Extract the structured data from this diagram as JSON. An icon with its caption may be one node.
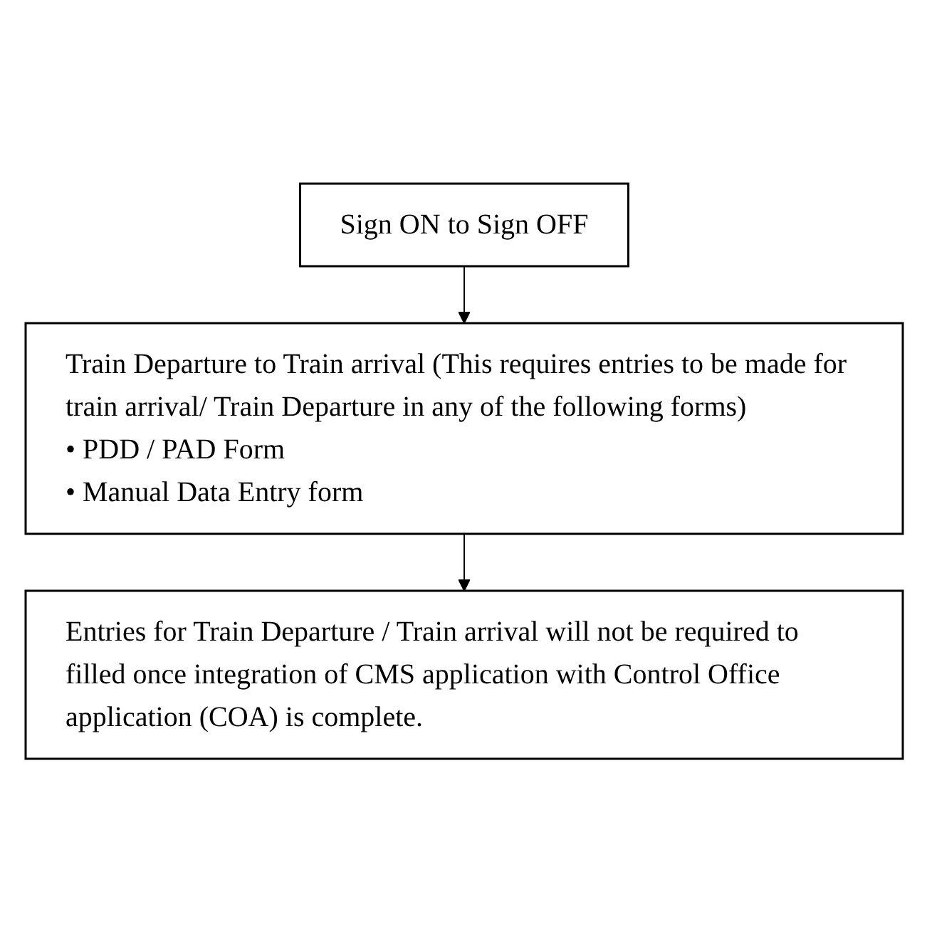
{
  "diagram": {
    "nodes": [
      {
        "text": [
          "Sign ON to Sign OFF"
        ]
      },
      {
        "text": [
          "Train Departure to Train arrival (This requires entries to be made for train arrival/ Train Departure in any of the following forms)",
          "• PDD / PAD Form",
          "• Manual Data Entry form"
        ]
      },
      {
        "text": [
          "Entries for Train Departure / Train arrival will not be required to filled once integration of CMS application with Control Office application (COA) is complete."
        ]
      }
    ],
    "edges": [
      {
        "from": 0,
        "to": 1,
        "arrow": "to"
      },
      {
        "from": 1,
        "to": 2,
        "arrow": "to"
      }
    ]
  }
}
